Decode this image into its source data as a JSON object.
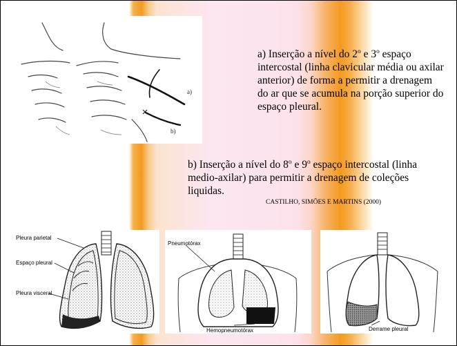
{
  "text_a": {
    "part1": "a) Inserção a nível do 2",
    "sup1": "o",
    "part2": " e 3",
    "sup2": "o",
    "part3": " espaço intercostal  (linha clavicular média ou axilar anterior) de forma a permitir a drenagem do ar que se acumula na porção superior do espaço pleural."
  },
  "text_b": {
    "part1": "b) Inserção a nível do 8",
    "sup1": "o",
    "part2": " e 9",
    "sup2": "o",
    "part3": " espaço intercostal (linha medio-axilar) para permitir a drenagem de coleções liquidas."
  },
  "citation": "CASTILHO, SIMÕES E MARTINS (2000)",
  "figure_top": {
    "label_a": "a)",
    "label_b": "b)"
  },
  "figure_1": {
    "label_parietal": "Pleura parietal",
    "label_espaco": "Espaço pleural",
    "label_visceral": "Pleura visceral"
  },
  "figure_2": {
    "label_pneumo": "Pneumotórax",
    "label_hemo": "Hemopneumotórax"
  },
  "figure_3": {
    "label_derrame": "Derrame pleural"
  },
  "colors": {
    "orange": "#f39a1f",
    "pink": "#fce4ee",
    "border": "#000000"
  }
}
